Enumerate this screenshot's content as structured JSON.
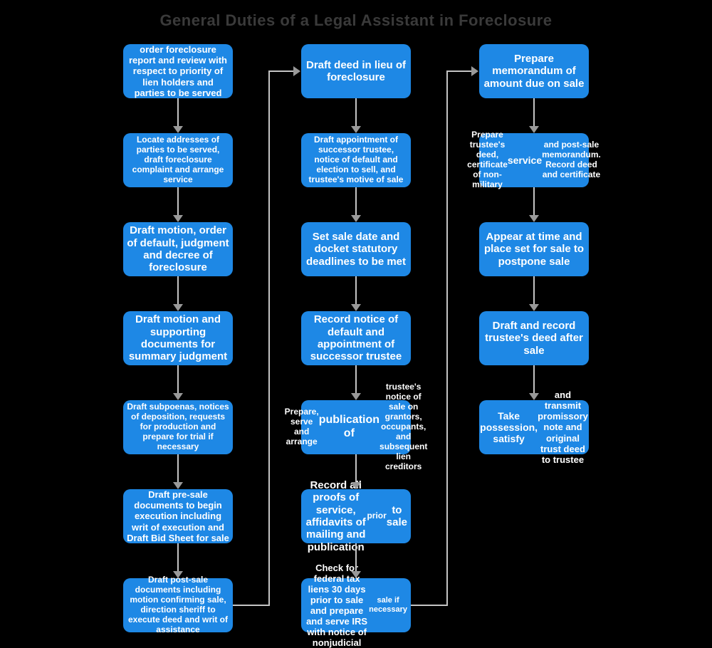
{
  "title": "General Duties of a Legal Assistant in Foreclosure",
  "colors": {
    "background": "#000000",
    "box_fill": "#1e88e5",
    "box_text": "#ffffff",
    "title_text": "#3a3a3a",
    "connector_line": "#c4c4c4",
    "arrowhead": "#999999"
  },
  "columns": [
    {
      "boxes": [
        {
          "parts": [
            "order foreclosure report and review with respect to priority of lien holders and parties to be served"
          ]
        },
        {
          "parts": [
            "Locate addresses of parties to be served, draft foreclosure complaint and arrange service"
          ]
        },
        {
          "parts": [
            "Draft motion, order of default, judgment and decree of foreclosure"
          ]
        },
        {
          "parts": [
            "Draft motion and supporting documents for summary judgment"
          ]
        },
        {
          "parts": [
            "Draft subpoenas, notices of deposition, requests for production and prepare for trial if necessary"
          ]
        },
        {
          "parts": [
            "Draft pre-sale documents to begin execution including writ of execution and Draft Bid Sheet for sale"
          ]
        },
        {
          "parts": [
            "Draft post-sale documents including motion confirming sale, direction sheriff to execute deed and writ of assistance"
          ]
        }
      ]
    },
    {
      "boxes": [
        {
          "parts": [
            "Draft deed in lieu of foreclosure"
          ]
        },
        {
          "parts": [
            "Draft appointment of successor trustee, notice of default and election to sell, and trustee's motive of sale"
          ]
        },
        {
          "parts": [
            "Set sale date and docket statutory deadlines to be met"
          ]
        },
        {
          "parts": [
            "Record notice of default and appointment of successor trustee"
          ]
        },
        {
          "parts": [
            "Prepare, serve and arrange ",
            "publication of ",
            "trustee's notice of sale on grantors, occupants, and subsequent lien creditors"
          ]
        },
        {
          "parts": [
            "Record all proofs of service, affidavits of mailing and publication ",
            "prior ",
            "to sale"
          ]
        },
        {
          "parts": [
            "Check for federal tax liens 30 days prior to sale and prepare and serve IRS with notice of nonjudicial ",
            "sale if necessary"
          ]
        }
      ]
    },
    {
      "boxes": [
        {
          "parts": [
            "Prepare memorandum of amount due on sale"
          ]
        },
        {
          "parts": [
            "Prepare trustee's deed, certificate of non-military ",
            "service ",
            "and post-sale memorandum.  Record deed and certificate"
          ]
        },
        {
          "parts": [
            "Appear at time and place set for sale to postpone sale"
          ]
        },
        {
          "parts": [
            "Draft and record trustee's deed after sale"
          ]
        },
        {
          "parts": [
            "Take possession, satisfy ",
            "and transmit promissory note and original trust deed to trustee"
          ]
        }
      ]
    }
  ]
}
